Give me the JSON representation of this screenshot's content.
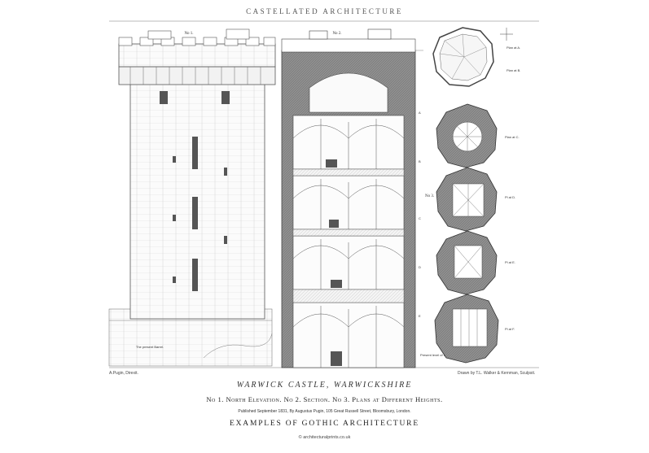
{
  "header": {
    "title": "CASTELLATED ARCHITECTURE"
  },
  "figure_labels": {
    "elevation": "No 1.",
    "section": "No 2.",
    "plans": "No 3."
  },
  "plan_labels": {
    "plan_a": "Plan at A.",
    "plan_b": "Plan at B.",
    "plan_c": "Plan at C.",
    "plan_d": "Pl at D.",
    "plan_e": "Pl at E.",
    "plan_f": "Pl at F."
  },
  "annotations": {
    "present_barrel": "The present Barrel.",
    "present_level": "Present level of Inner Court."
  },
  "credits": {
    "left": "A.Pugin, Direxit.",
    "right": "Drawn by T.L. Walker & Kernman, Sculpsit."
  },
  "footer": {
    "main_title": "WARWICK CASTLE, WARWICKSHIRE",
    "subtitle": "No 1. North Elevation. No 2. Section. No 3. Plans at Different Heights.",
    "published": "Published September 1831, By Augustus Pugin, 105 Great Russell Street, Bloomsbury, London.",
    "series": "EXAMPLES OF GOTHIC ARCHITECTURE",
    "website": "© architecturalprints.co.uk"
  },
  "colors": {
    "ink": "#333333",
    "wall_fill": "#8a8a8a",
    "paper": "#ffffff"
  }
}
